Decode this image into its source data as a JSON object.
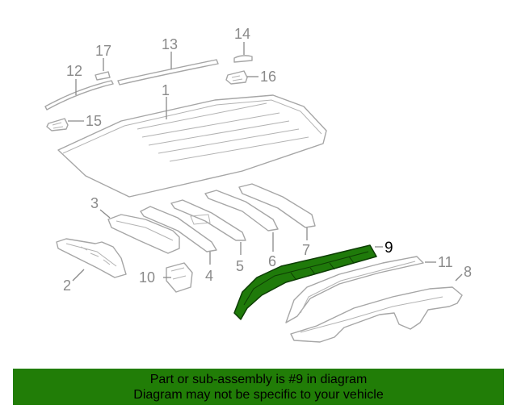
{
  "diagram": {
    "highlighted_part": "9",
    "highlight_color": "#1f7a0a",
    "callouts": {
      "c1": "1",
      "c2": "2",
      "c3": "3",
      "c4": "4",
      "c5": "5",
      "c6": "6",
      "c7": "7",
      "c8": "8",
      "c9": "9",
      "c10": "10",
      "c11": "11",
      "c12": "12",
      "c13": "13",
      "c14": "14",
      "c15": "15",
      "c16": "16",
      "c17": "17"
    }
  },
  "banner": {
    "line1": "Part or sub-assembly is #9 in diagram",
    "line2": "Diagram may not be specific to your vehicle",
    "background": "#217d07"
  }
}
